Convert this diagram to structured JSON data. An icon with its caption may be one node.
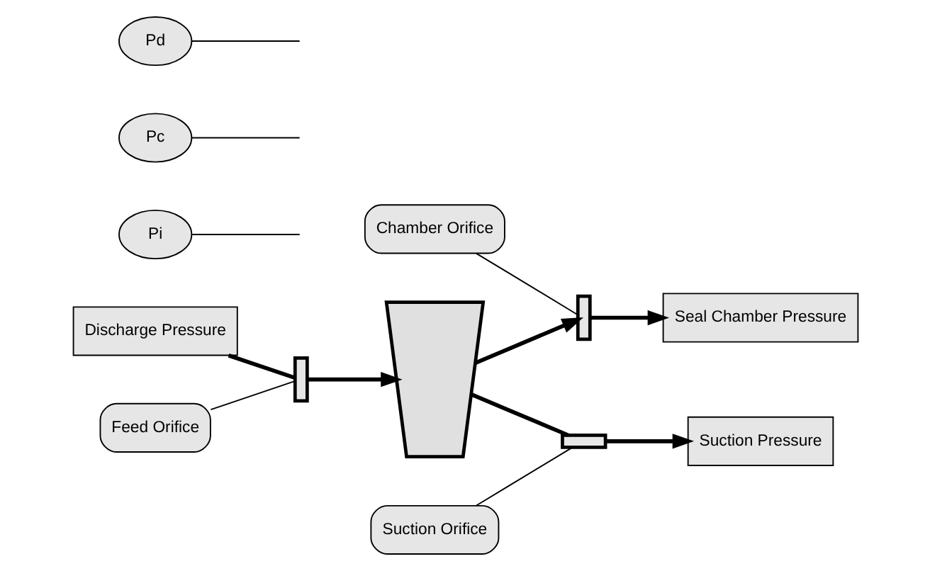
{
  "diagram": {
    "nodes": [
      {
        "text": [
          "Discharge Pressure"
        ]
      },
      {
        "text": [
          "Feed Orifice"
        ]
      },
      {
        "text": [],
        "shape": "bar"
      },
      {
        "text": [
          "Pi"
        ]
      },
      {
        "text": [],
        "shape": "trapezium"
      },
      {
        "text": [
          "Pc"
        ]
      },
      {
        "text": [],
        "shape": "bar"
      },
      {
        "text": [
          "Seal Chamber Pressure"
        ]
      },
      {
        "text": [
          "Chamber Orifice"
        ]
      },
      {
        "text": [
          "Suction Orifice"
        ]
      },
      {
        "text": [
          "Pd"
        ]
      },
      {
        "text": [],
        "shape": "bar"
      },
      {
        "text": [
          "Suction Pressure"
        ]
      }
    ],
    "edges": [
      {
        "from": 0,
        "to": 2,
        "arrow": "none",
        "style": "thick"
      },
      {
        "from": 2,
        "to": 4,
        "arrow": "to",
        "style": "thick"
      },
      {
        "from": 4,
        "to": 6,
        "arrow": "to",
        "style": "thick"
      },
      {
        "from": 6,
        "to": 7,
        "arrow": "to",
        "style": "thick"
      },
      {
        "from": 4,
        "to": 11,
        "arrow": "none",
        "style": "thick"
      },
      {
        "from": 11,
        "to": 12,
        "arrow": "to",
        "style": "thick"
      },
      {
        "from": 3,
        "to": null,
        "arrow": "none"
      },
      {
        "from": 5,
        "to": null,
        "arrow": "none"
      },
      {
        "from": 10,
        "to": null,
        "arrow": "none"
      },
      {
        "from": 1,
        "to": 2,
        "arrow": "none"
      },
      {
        "from": 8,
        "to": 6,
        "arrow": "none"
      },
      {
        "from": 9,
        "to": 11,
        "arrow": "none"
      }
    ]
  }
}
